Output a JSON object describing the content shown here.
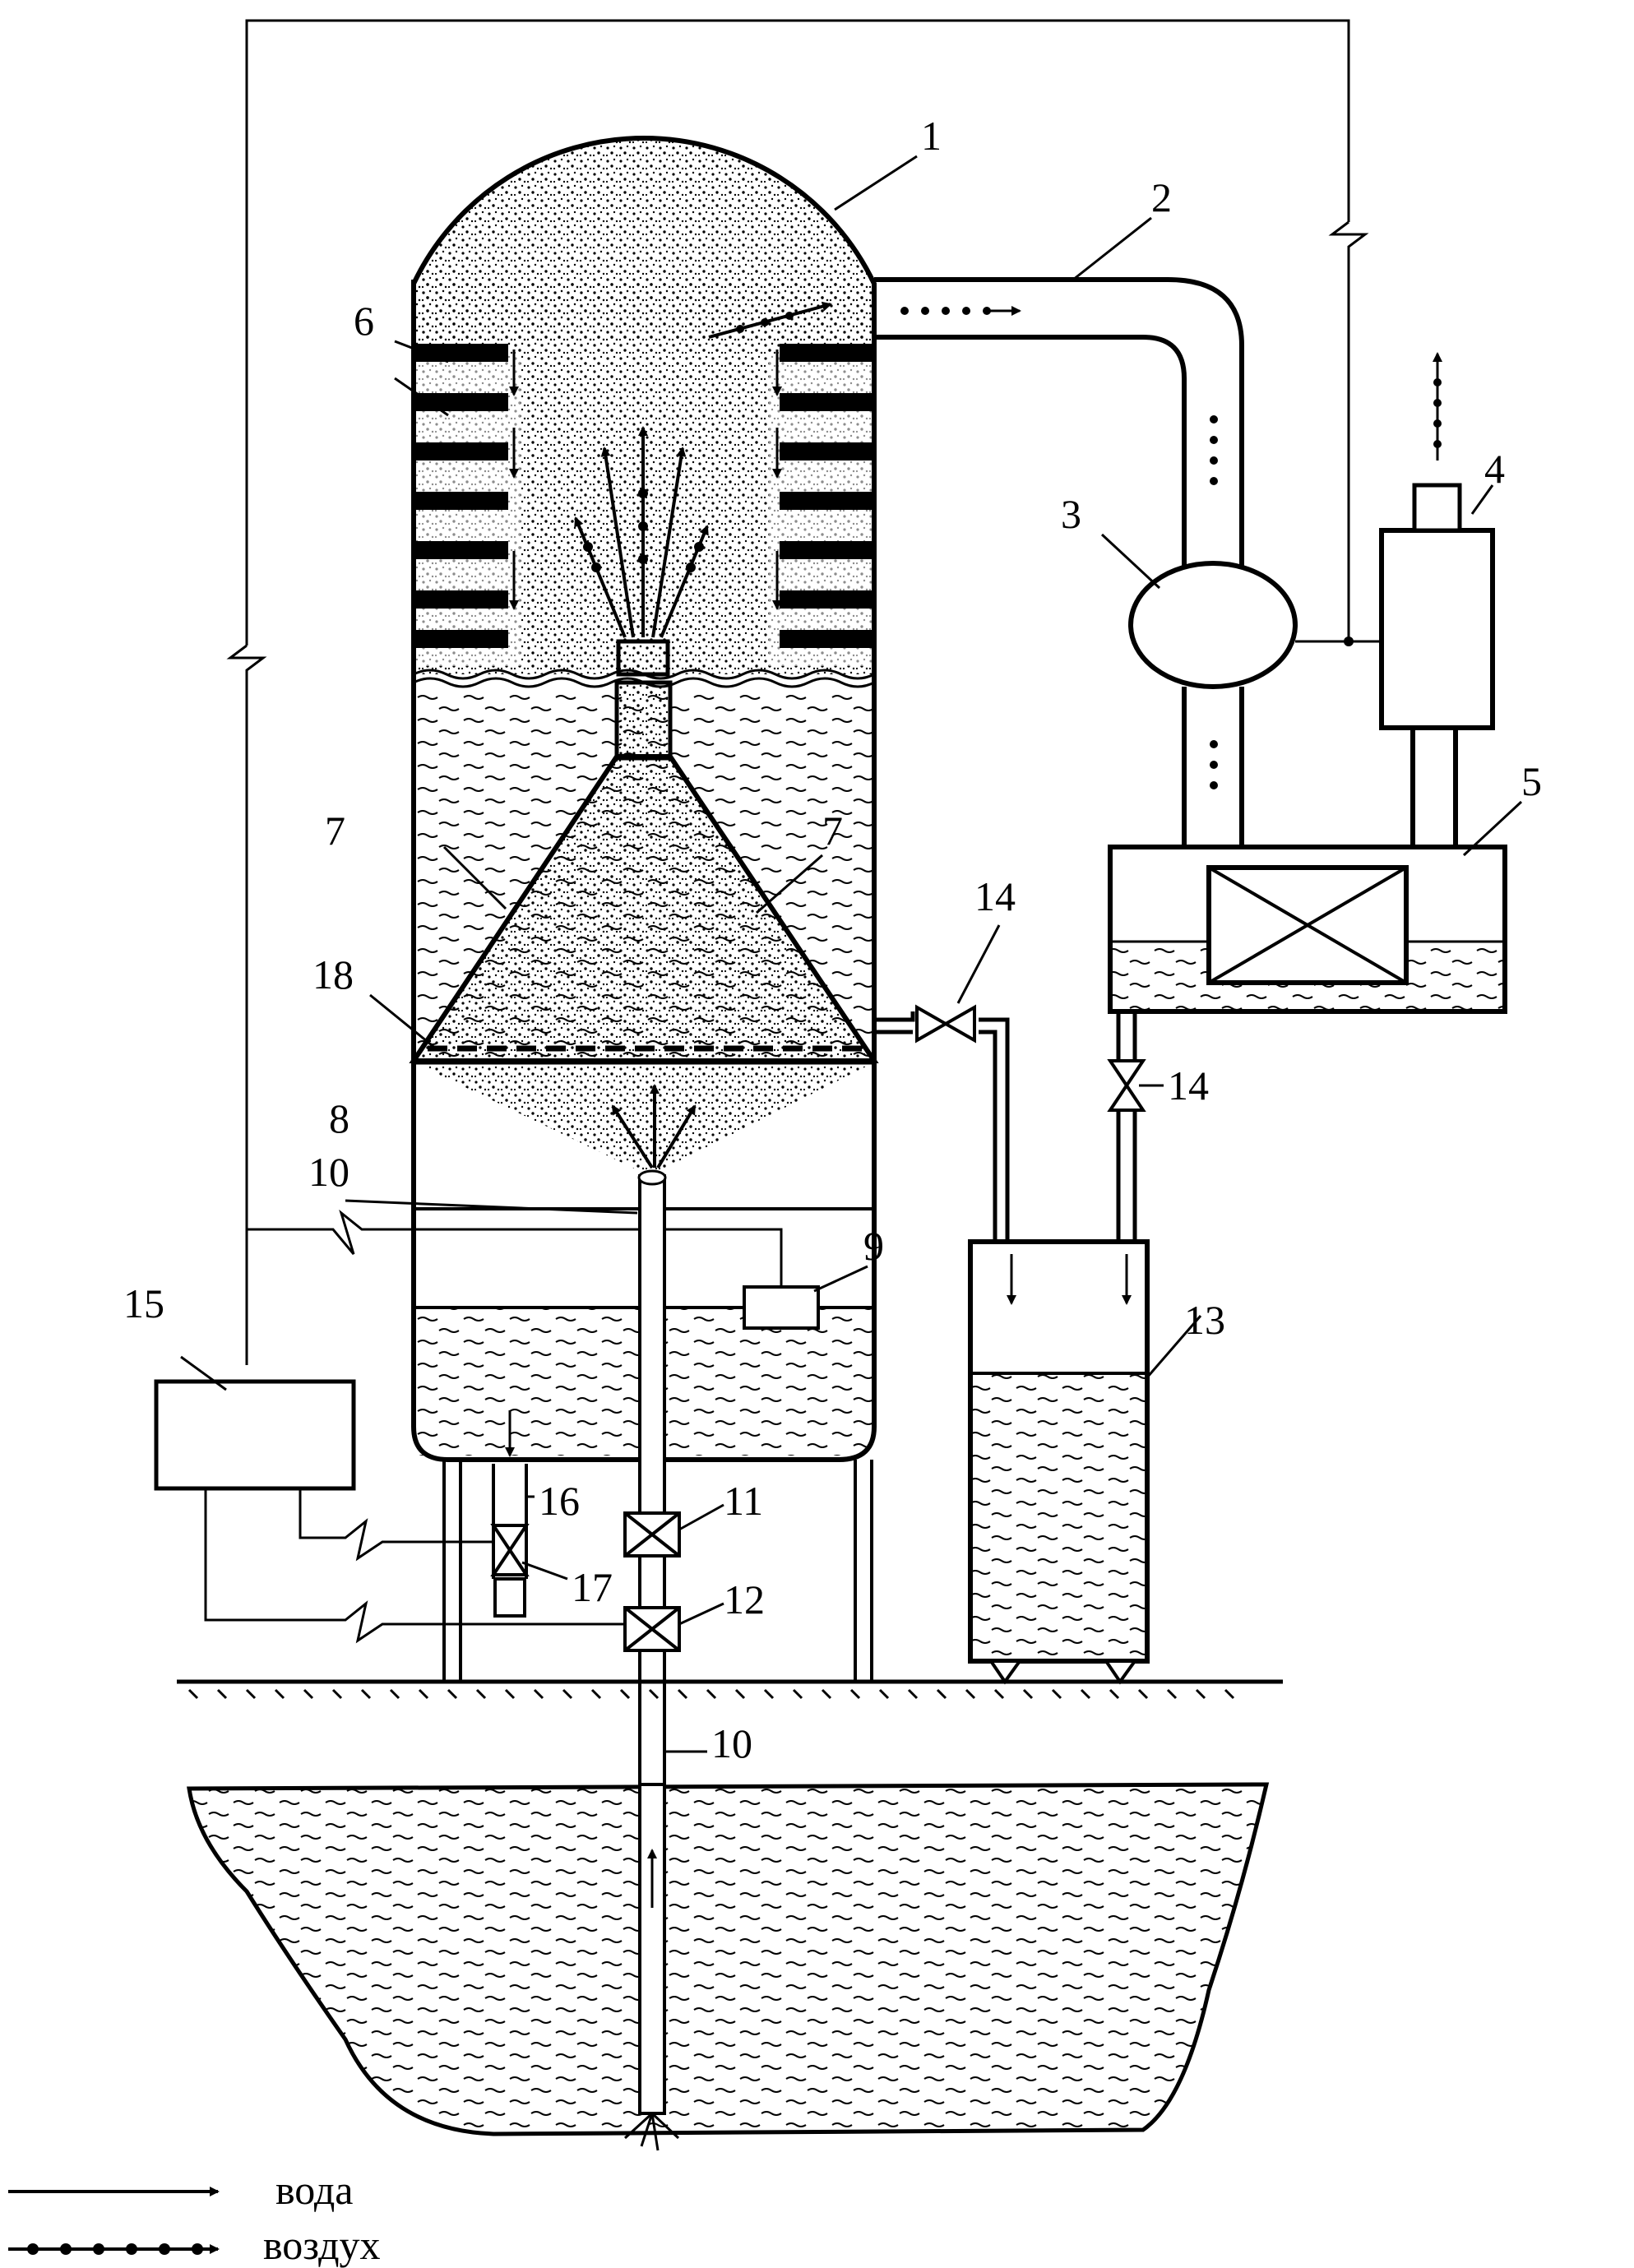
{
  "diagram": {
    "labels": [
      "1",
      "2",
      "3",
      "4",
      "5",
      "6",
      "7",
      "7",
      "18",
      "8",
      "10",
      "9",
      "14",
      "14",
      "15",
      "13",
      "16",
      "17",
      "11",
      "12",
      "10"
    ],
    "legend": {
      "water_label": "вода",
      "air_label": "воздух"
    }
  }
}
